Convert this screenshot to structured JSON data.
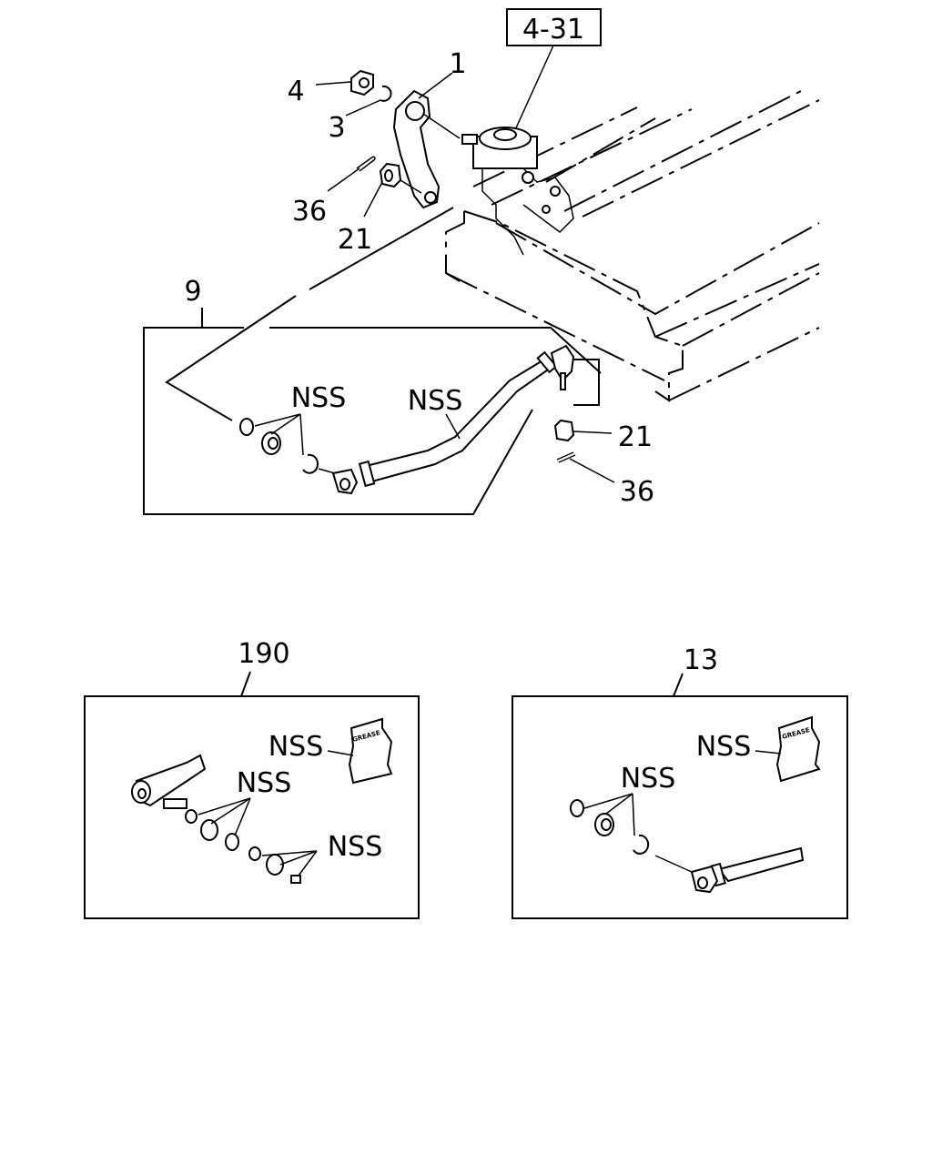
{
  "ref_box": "4-31",
  "main": {
    "callouts": {
      "part_1": "1",
      "part_3": "3",
      "part_4": "4",
      "part_36_top": "36",
      "part_21_top": "21",
      "part_9": "9",
      "nss_seal": "NSS",
      "nss_rod": "NSS",
      "part_21_lower": "21",
      "part_36_lower": "36"
    }
  },
  "inset_190": {
    "number": "190",
    "nss_grease": "NSS",
    "nss_seals": "NSS",
    "nss_small": "NSS",
    "grease_label": "GREASE"
  },
  "inset_13": {
    "number": "13",
    "nss_grease": "NSS",
    "nss_seals": "NSS",
    "grease_label": "GREASE"
  }
}
